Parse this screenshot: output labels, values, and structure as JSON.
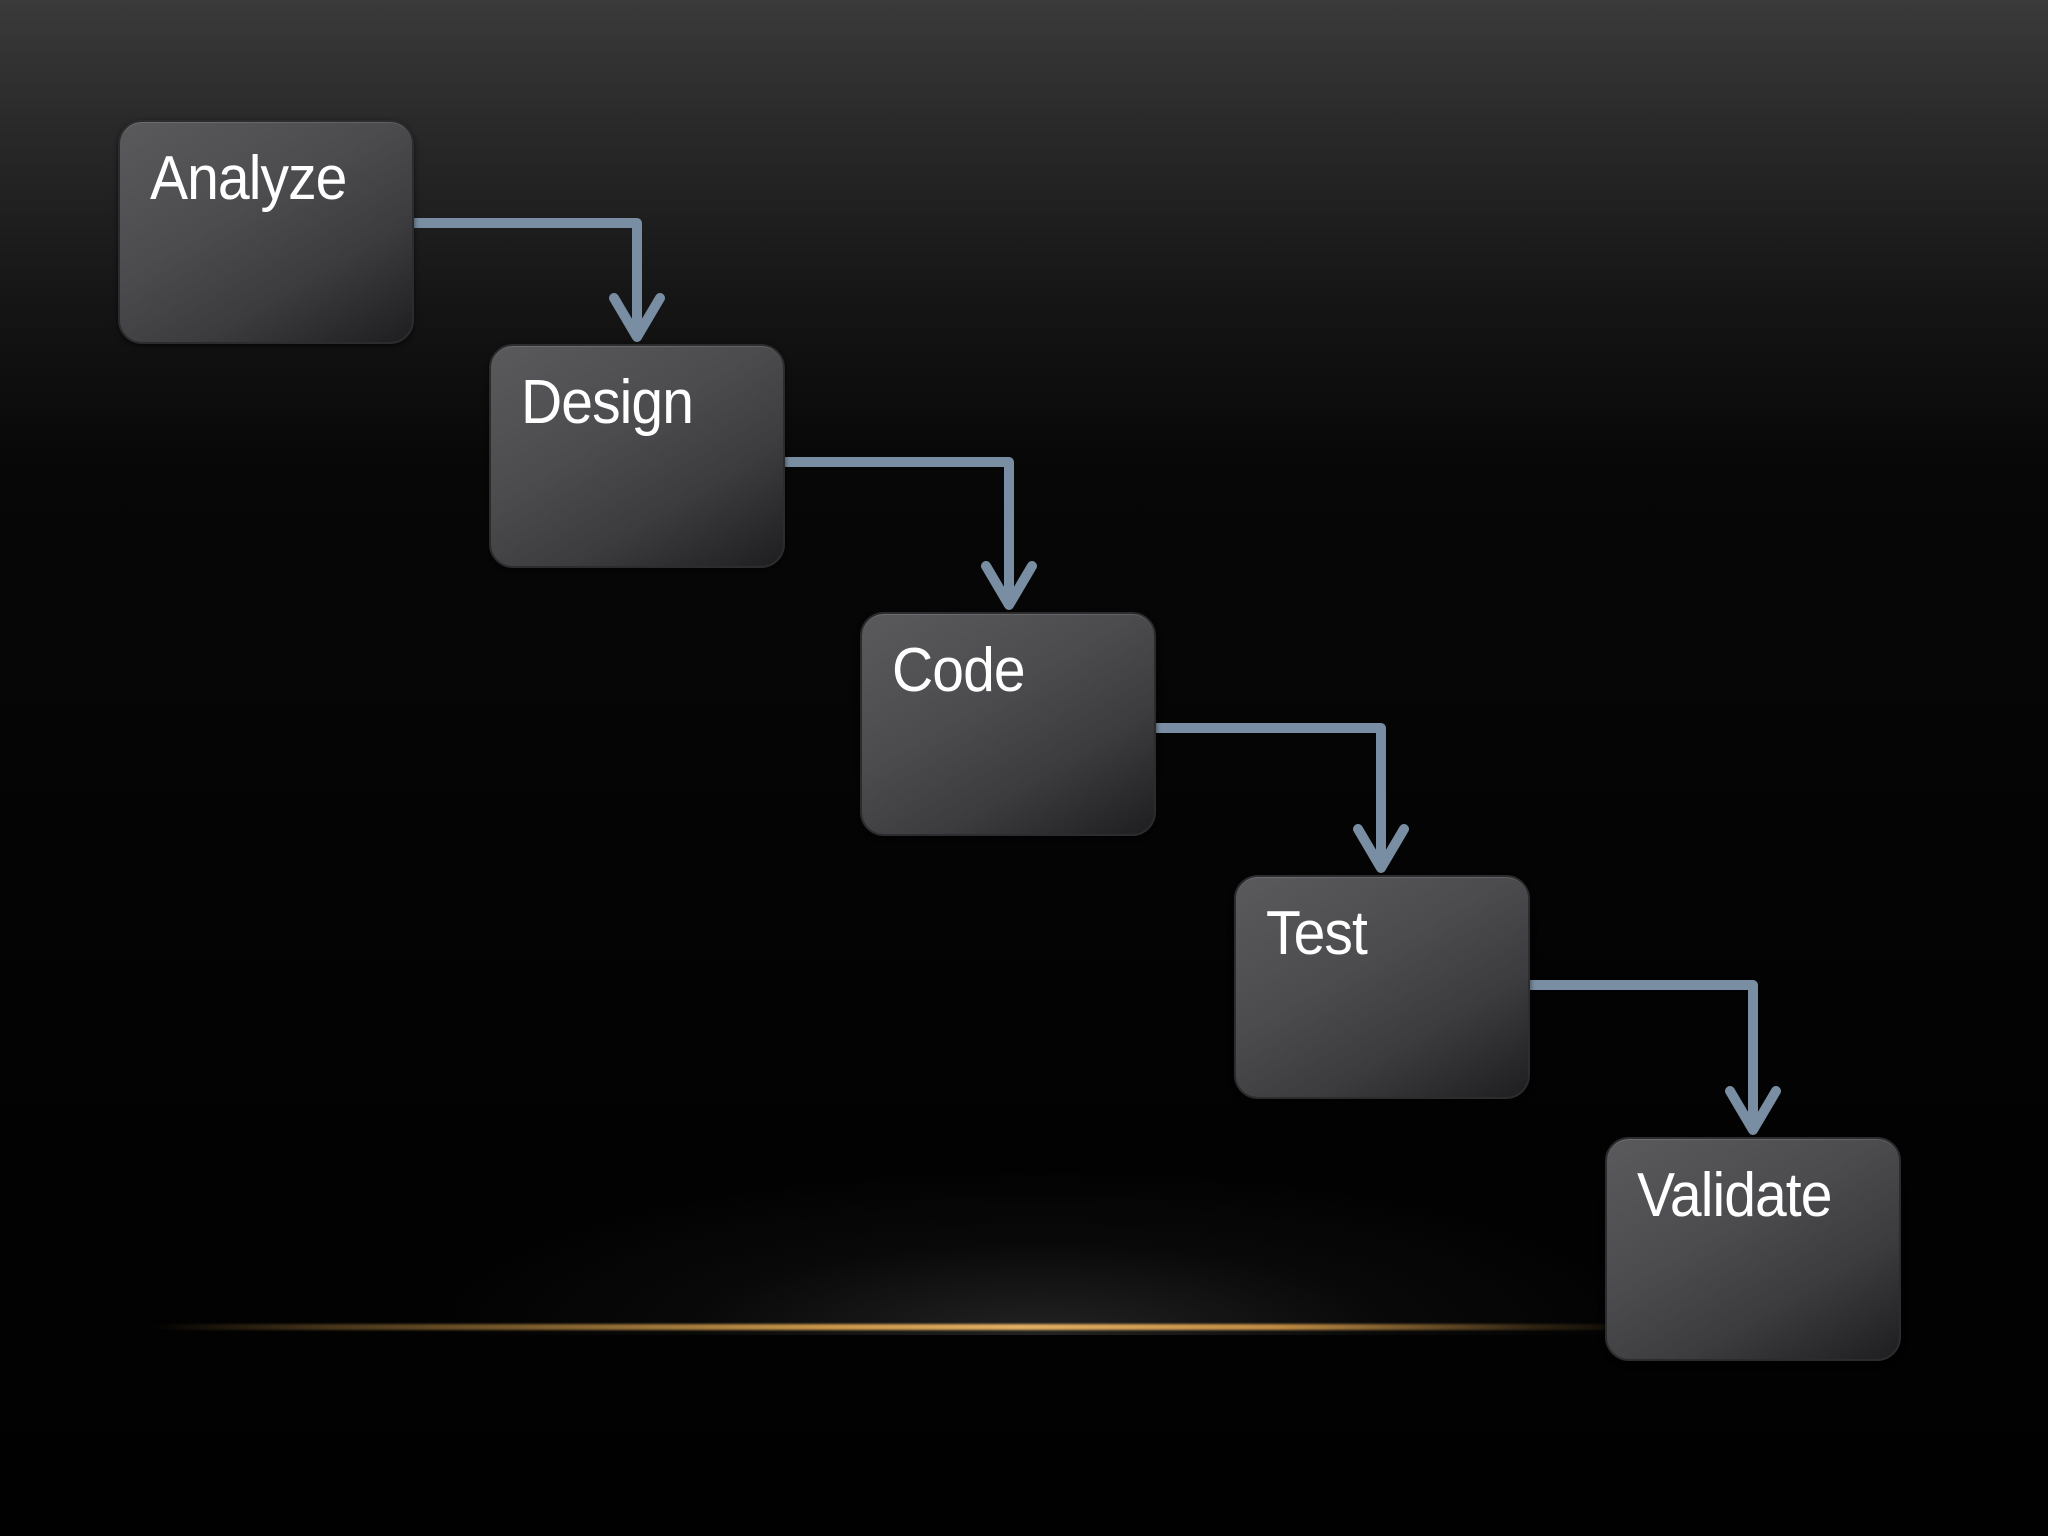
{
  "diagram": {
    "type": "waterfall-process",
    "steps": [
      {
        "id": "analyze",
        "label": "Analyze"
      },
      {
        "id": "design",
        "label": "Design"
      },
      {
        "id": "code",
        "label": "Code"
      },
      {
        "id": "test",
        "label": "Test"
      },
      {
        "id": "validate",
        "label": "Validate"
      }
    ],
    "connections": [
      {
        "from": "analyze",
        "to": "design"
      },
      {
        "from": "design",
        "to": "code"
      },
      {
        "from": "code",
        "to": "test"
      },
      {
        "from": "test",
        "to": "validate"
      }
    ]
  },
  "colors": {
    "connector": "#7a8ea3",
    "box": "#4c4c4f",
    "label": "#ffffff",
    "accent_line": "#d9a65a"
  }
}
